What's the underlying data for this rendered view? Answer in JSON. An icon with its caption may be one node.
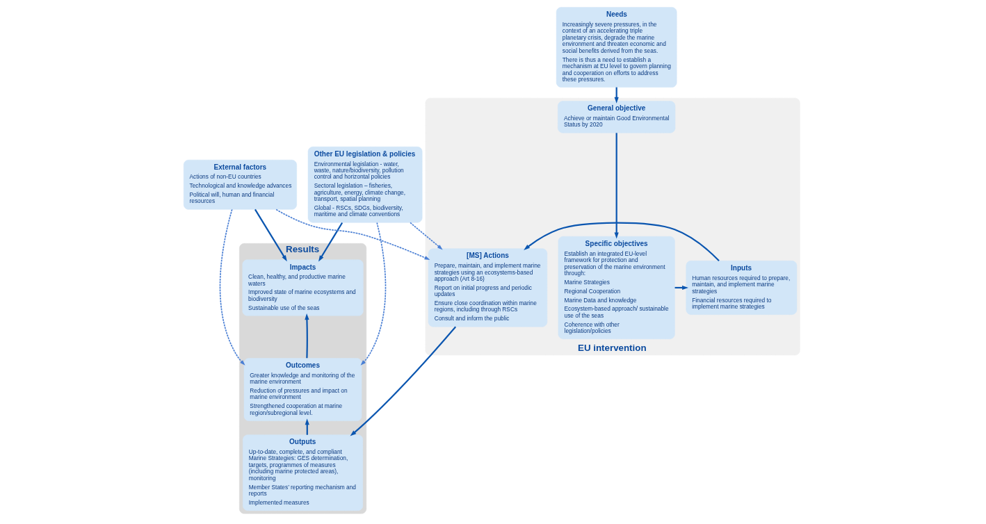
{
  "diagram": {
    "nodes": [
      {
        "text": [
          "Needs",
          "Increasingly severe pressures, in the context of an accelerating triple planetary crisis, degrade the marine environment and threaten economic and social benefits derived from the seas.",
          "There is thus a need to establish a mechanism at EU level to govern planning and cooperation on efforts to address these pressures."
        ]
      },
      {
        "text": [
          "Other EU legislation & policies",
          "Environmental legislation - water, waste, nature/biodiversity, pollution control and horizontal policies",
          "Sectoral legislation – fisheries, agriculture, energy, climate change, transport, spatial planning",
          "Global - RSCs, SDGs, biodiversity, maritime and climate conventions"
        ]
      },
      {
        "text": [
          "External factors",
          "Actions of non-EU countries",
          "Technological and knowledge advances",
          "Political will, human and financial resources"
        ]
      },
      {
        "text": [
          "Results"
        ]
      },
      {
        "text": [
          "Impacts",
          "Clean, healthy, and productive marine waters",
          "Improved state of marine ecosystems and biodiversity",
          "Sustainable use of the seas"
        ],
        "in": 3
      },
      {
        "text": [
          "EU intervention"
        ]
      },
      {
        "text": [
          "General objective",
          "Achieve or maintain Good Environmental Status by 2020"
        ],
        "in": 5
      },
      {
        "text": [
          "Outcomes",
          "Greater knowledge and monitoring of the marine environment",
          "Reduction of pressures and impact on marine environment",
          "Strengthened cooperation at marine region/subregional level."
        ],
        "in": 3
      },
      {
        "text": [
          "Specific objectives",
          "Establish an integrated EU-level framework for protection and preservation of the marine environment through:",
          "Marine Strategies",
          "Regional Cooperation",
          "Marine Data and knowledge",
          "Ecosystem-based approach/ sustainable use of the seas",
          "Coherence with other legislation/policies"
        ],
        "in": 5
      },
      {
        "text": [
          "Inputs",
          "Human resources required to prepare, maintain, and implement marine strategies",
          "Financial resources required to implement marine strategies"
        ],
        "in": 5
      },
      {
        "text": [
          "[MS] Actions",
          "Prepare, maintain, and implement marine strategies using an ecosystems-based approach (Art 8-16)",
          "Report on initial progress and periodic updates",
          "Ensure close coordination within marine regions, including through RSCs",
          "Consult and inform the public"
        ],
        "in": 5
      },
      {
        "text": [
          "Outputs",
          "Up-to-date, complete, and compliant Marine Strategies: GES determination, targets, programmes of measures (including marine protected areas), monitoring",
          "Member States’ reporting mechanism and reports",
          "Implemented measures"
        ],
        "in": 3
      }
    ],
    "edges": [
      {
        "from": 0,
        "to": 6,
        "arrow": "to"
      },
      {
        "from": 6,
        "to": 8,
        "arrow": "to"
      },
      {
        "from": 8,
        "to": 9,
        "arrow": "to"
      },
      {
        "from": 9,
        "to": 10,
        "arrow": "to"
      },
      {
        "from": 10,
        "to": 11,
        "arrow": "to"
      },
      {
        "from": 11,
        "to": 7,
        "arrow": "to"
      },
      {
        "from": 7,
        "to": 4,
        "arrow": "to"
      },
      {
        "from": 1,
        "to": 4,
        "arrow": "to"
      },
      {
        "from": 2,
        "to": 4,
        "arrow": "to"
      },
      {
        "from": 1,
        "to": 10,
        "arrow": "to",
        "style": "dashed",
        "color": "#4a7fd4"
      },
      {
        "from": 2,
        "to": 10,
        "arrow": "to",
        "style": "dashed",
        "color": "#4a7fd4"
      },
      {
        "from": 1,
        "to": 7,
        "arrow": "to",
        "style": "dashed",
        "color": "#4a7fd4"
      },
      {
        "from": 2,
        "to": 7,
        "arrow": "to",
        "style": "dashed",
        "color": "#4a7fd4"
      }
    ]
  }
}
